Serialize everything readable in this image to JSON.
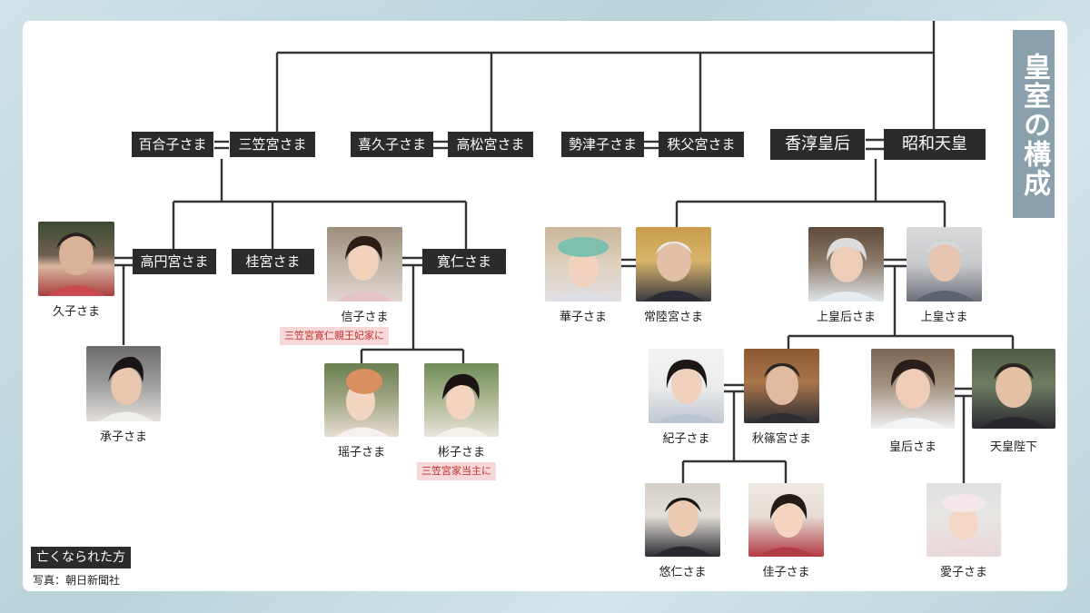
{
  "title": "皇室の構成",
  "legend": "亡くなられた方",
  "credit": "写真：朝日新聞社",
  "colors": {
    "label_bg": "#2b2b2b",
    "title_bg": "#8aa1ad",
    "note_bg": "#f6d8d8",
    "note_text": "#c0322e"
  },
  "deceased": {
    "yuriko": "百合子さま",
    "mikasa": "三笠宮さま",
    "kikuko": "喜久子さま",
    "takamatsu": "高松宮さま",
    "setsuko": "勢津子さま",
    "chichibu": "秩父宮さま",
    "kojun": "香淳皇后",
    "showa": "昭和天皇",
    "takamado": "高円宮さま",
    "katsura": "桂宮さま",
    "tomohito": "寛仁さま"
  },
  "people": {
    "hisako": "久子さま",
    "tsuguko": "承子さま",
    "nobuko": "信子さま",
    "yoko": "瑶子さま",
    "akiko": "彬子さま",
    "hanako": "華子さま",
    "hitachi": "常陸宮さま",
    "jokogo": "上皇后さま",
    "joko": "上皇さま",
    "kiko": "紀子さま",
    "akishino": "秋篠宮さま",
    "kogo": "皇后さま",
    "tenno": "天皇陛下",
    "hisahito": "悠仁さま",
    "kako": "佳子さま",
    "aiko": "愛子さま"
  },
  "notes": {
    "nobuko_note": "三笠宮寛仁親王妃家に",
    "akiko_note": "三笠宮家当主に"
  }
}
